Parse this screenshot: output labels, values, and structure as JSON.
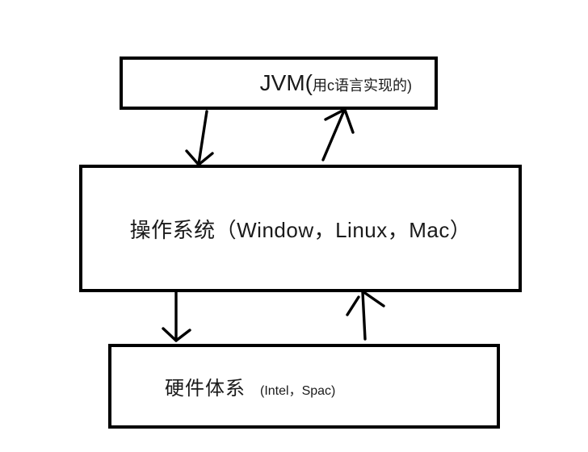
{
  "diagram": {
    "background_color": "#ffffff",
    "line_color": "#000000",
    "text_color": "#1a1a1a",
    "nodes": {
      "jvm": {
        "main": "JVM(",
        "sub": "用c语言实现的)"
      },
      "os": {
        "label": "操作系统（Window，Linux，Mac）"
      },
      "hardware": {
        "main": "硬件体系",
        "sub": "(Intel，Spac)"
      }
    },
    "arrows": [
      {
        "name": "jvm-to-os",
        "direction": "down"
      },
      {
        "name": "os-to-jvm",
        "direction": "up"
      },
      {
        "name": "os-to-hardware",
        "direction": "down"
      },
      {
        "name": "hardware-to-os",
        "direction": "up"
      }
    ]
  }
}
